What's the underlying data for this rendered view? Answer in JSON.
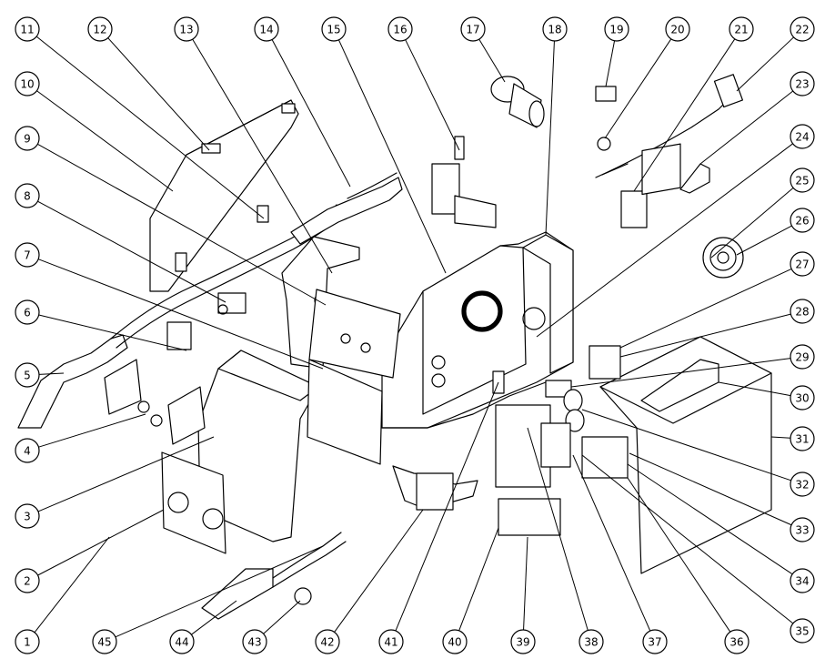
{
  "diagram": {
    "type": "exploded-parts-view",
    "stroke_color": "#000000",
    "background": "#ffffff",
    "callouts": [
      {
        "num": "1"
      },
      {
        "num": "2"
      },
      {
        "num": "3"
      },
      {
        "num": "4"
      },
      {
        "num": "5"
      },
      {
        "num": "6"
      },
      {
        "num": "7"
      },
      {
        "num": "8"
      },
      {
        "num": "9"
      },
      {
        "num": "10"
      },
      {
        "num": "11"
      },
      {
        "num": "12"
      },
      {
        "num": "13"
      },
      {
        "num": "14"
      },
      {
        "num": "15"
      },
      {
        "num": "16"
      },
      {
        "num": "17"
      },
      {
        "num": "18"
      },
      {
        "num": "19"
      },
      {
        "num": "20"
      },
      {
        "num": "21"
      },
      {
        "num": "22"
      },
      {
        "num": "23"
      },
      {
        "num": "24"
      },
      {
        "num": "25"
      },
      {
        "num": "26"
      },
      {
        "num": "27"
      },
      {
        "num": "28"
      },
      {
        "num": "29"
      },
      {
        "num": "30"
      },
      {
        "num": "31"
      },
      {
        "num": "32"
      },
      {
        "num": "33"
      },
      {
        "num": "34"
      },
      {
        "num": "35"
      },
      {
        "num": "36"
      },
      {
        "num": "37"
      },
      {
        "num": "38"
      },
      {
        "num": "39"
      },
      {
        "num": "40"
      },
      {
        "num": "41"
      },
      {
        "num": "42"
      },
      {
        "num": "43"
      },
      {
        "num": "44"
      },
      {
        "num": "45"
      }
    ]
  }
}
